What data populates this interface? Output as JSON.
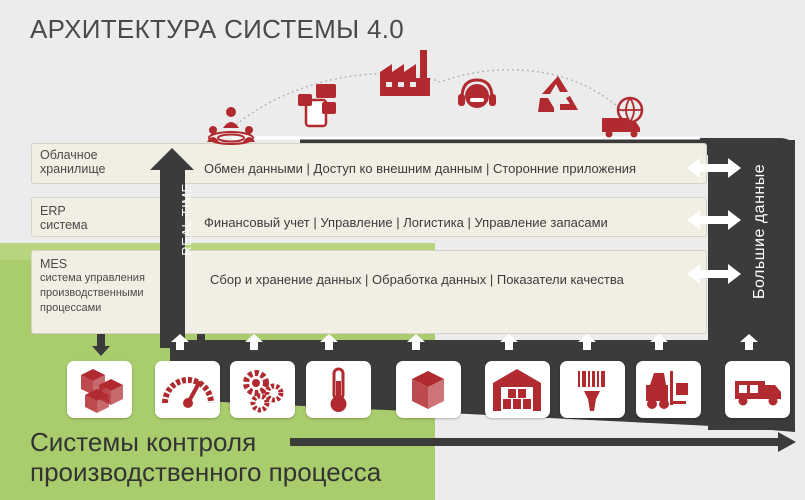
{
  "title": "АРХИТЕКТУРА СИСТЕМЫ 4.0",
  "colors": {
    "accent": "#b02a2f",
    "dark": "#3b3b3b",
    "green": "#a9cc6c",
    "band": "#f1eee4"
  },
  "layers": [
    {
      "label": "Облачное хранилище",
      "text": "Обмен данными | Доступ ко внешним данным |  Сторонние приложения"
    },
    {
      "label": "ERP система",
      "text": "Финансовый учет | Управление | Логистика |  Управление запасами"
    },
    {
      "label": "MES",
      "sublabel": "система управления производственными процессами",
      "text": "Сбор и хранение данных | Обработка данных |  Показатели качества"
    }
  ],
  "vertical_left": "REAL TIME",
  "vertical_right": "Большие данные",
  "bottom_title": "Системы контроля производственного процесса",
  "top_icons": [
    "people-network-icon",
    "mobile-apps-icon",
    "factory-icon",
    "support-headset-icon",
    "recycle-icon",
    "global-delivery-icon"
  ],
  "tiles": [
    "boxes-icon",
    "speedometer-icon",
    "gears-icon",
    "thermometer-icon",
    "box-icon",
    "warehouse-icon",
    "barcode-scanner-icon",
    "forklift-icon",
    "delivery-truck-icon"
  ]
}
